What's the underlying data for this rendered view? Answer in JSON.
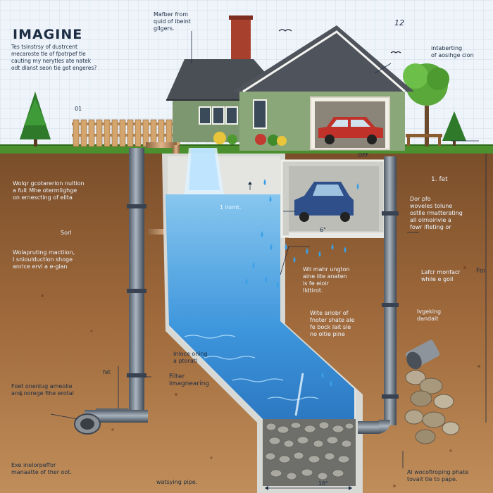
{
  "title": "IMAGINE",
  "intro": "Tes tsinstrsy of dustrcent\nmecaroste tle of fpotrpef tle\ncauting my nerytles ate natek\nodt dlanst seon tie got engeres?",
  "labels": {
    "top_water": "Mafber from\nquid of ibeint\ngllgers.",
    "top_right_num": "12",
    "top_right_note": "intaberting\nof aosihge cion",
    "left_small": "01",
    "left_block1": "Wolqr gcotarerion nultion\na fuit Mhe otermlighge\non ernescting of elita",
    "soil_left": "Sorl",
    "left_block2": "Wolapruting mactiion,\nI snioulduction shoge\nanrice ervi a e-gian",
    "fall_note": "1 iiomt.",
    "off_label": "OFF",
    "garage_measure": "6\"",
    "right_fot": "1. fet",
    "right_block1": "Dor pfo\nwoveles tolune\nostlle rmatterating\nall olrnoinvie a\nfowr ifleting or",
    "center_block1": "Wil mahr ungton\naine iite anaten\nis fe eioir\nlldtirot.",
    "right_block2": "Lafcr monfacr\nwhile e goil",
    "right_block3": "Ivgeking\ndandait",
    "center_block2": "Wite ariobr of\nfnoter shate ale\nfe bock lait sle\nno oltie pine",
    "tank_caption": "Inloce oning\na ptoratl",
    "fet_label": "fet",
    "filter_label": "Filter\nImagnearing",
    "left_block3": "Foet onenlug ameolie\nand norege fihe erotal",
    "right_axis": "Foi",
    "bottom_left": "Exe inelorpeffor\nmanaatte of ther oot.",
    "bottom_pipe": "watsying pipe.",
    "bottom_measure": "16\"",
    "bottom_right": "Al wocofiroping phate\ntovait tle to pape."
  }
}
